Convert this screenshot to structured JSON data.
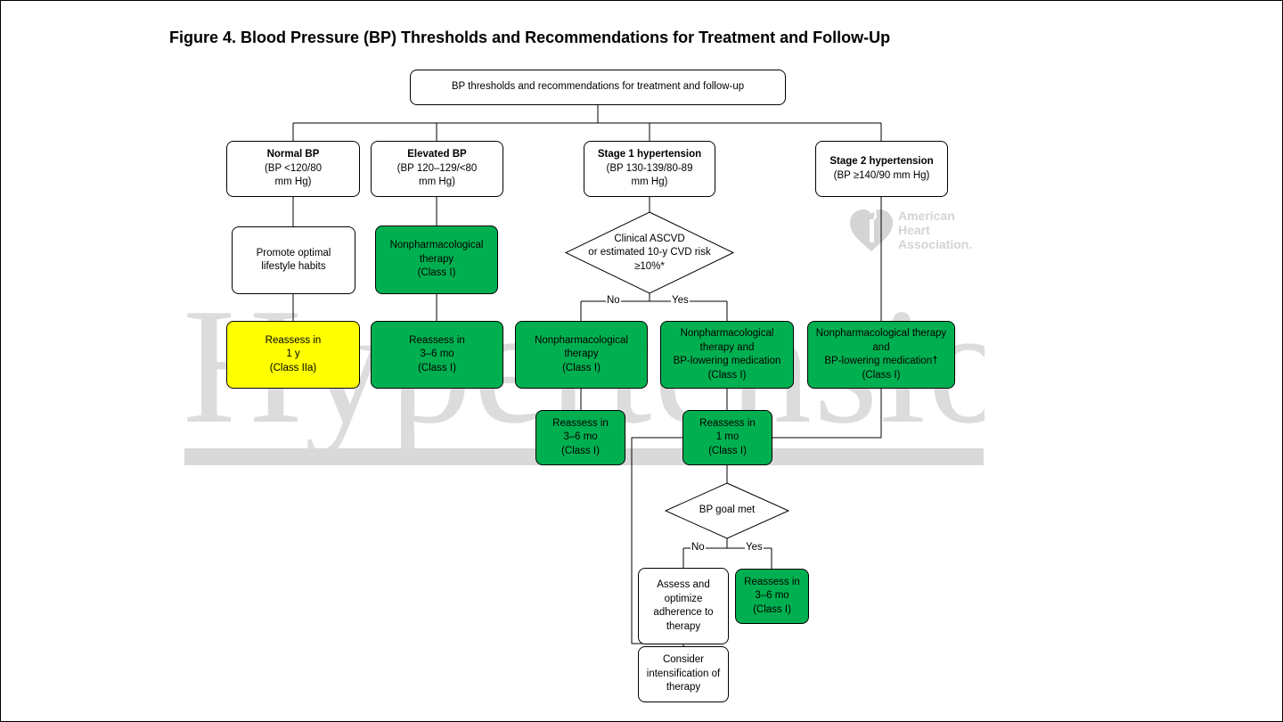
{
  "title": "Figure 4. Blood Pressure (BP) Thresholds and Recommendations for Treatment and Follow-Up",
  "watermark": {
    "word": "Hypertension",
    "logo": "American Heart Association."
  },
  "nodes": {
    "root": "BP thresholds and recommendations for treatment and follow-up",
    "normal": {
      "title": "Normal BP",
      "line1": "(BP <120/80",
      "line2": "mm Hg)"
    },
    "elevated": {
      "title": "Elevated BP",
      "line1": "(BP 120–129/<80",
      "line2": "mm Hg)"
    },
    "stage1": {
      "title": "Stage 1 hypertension",
      "line1": "(BP 130-139/80-89",
      "line2": "mm Hg)"
    },
    "stage2": {
      "title": "Stage 2 hypertension",
      "line1": "(BP ≥140/90 mm Hg)"
    },
    "promote": {
      "line1": "Promote optimal",
      "line2": "lifestyle habits"
    },
    "nonpharm_elevated": {
      "line1": "Nonpharmacological",
      "line2": "therapy",
      "line3": "(Class I)"
    },
    "ascvd": {
      "line1": "Clinical ASCVD",
      "line2": "or estimated 10-y CVD risk",
      "line3": "≥10%*"
    },
    "reassess_normal": {
      "line1": "Reassess in",
      "line2": "1 y",
      "line3": "(Class IIa)"
    },
    "reassess_elevated": {
      "line1": "Reassess in",
      "line2": "3–6 mo",
      "line3": "(Class I)"
    },
    "nonpharm_no": {
      "line1": "Nonpharmacological",
      "line2": "therapy",
      "line3": "(Class I)"
    },
    "nonpharm_med_yes": {
      "line1": "Nonpharmacological",
      "line2": "therapy and",
      "line3": "BP-lowering medication",
      "line4": "(Class I)"
    },
    "nonpharm_med_stage2": {
      "line1": "Nonpharmacological therapy",
      "line2": "and",
      "line3": "BP-lowering medication†",
      "line4": "(Class I)"
    },
    "reassess_no": {
      "line1": "Reassess in",
      "line2": "3–6 mo",
      "line3": "(Class I)"
    },
    "reassess_1mo": {
      "line1": "Reassess in",
      "line2": "1 mo",
      "line3": "(Class I)"
    },
    "goal": "BP goal met",
    "adherence": {
      "line1": "Assess and",
      "line2": "optimize",
      "line3": "adherence to",
      "line4": "therapy"
    },
    "reassess_goal": {
      "line1": "Reassess in",
      "line2": "3–6 mo",
      "line3": "(Class I)"
    },
    "intensify": {
      "line1": "Consider",
      "line2": "intensification of",
      "line3": "therapy"
    }
  },
  "edge_labels": {
    "no": "No",
    "yes": "Yes"
  },
  "colors": {
    "green": "#00b050",
    "yellow": "#ffff00",
    "watermark": "#d9d9d9"
  }
}
